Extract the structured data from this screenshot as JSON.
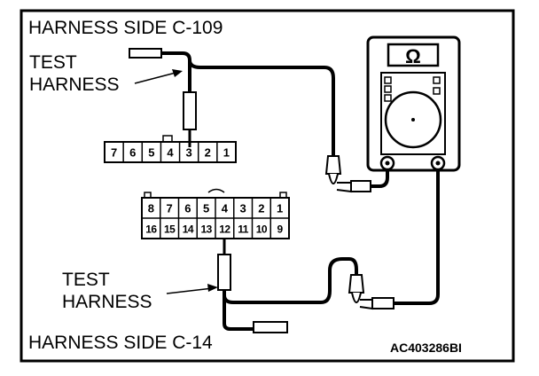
{
  "title_top": "HARNESS SIDE C-109",
  "title_bottom": "HARNESS SIDE C-14",
  "test_harness_top": [
    "TEST",
    "HARNESS"
  ],
  "test_harness_bottom": [
    "TEST",
    "HARNESS"
  ],
  "connector_c109_pins": [
    "7",
    "6",
    "5",
    "4",
    "3",
    "2",
    "1"
  ],
  "connector_c14_top_pins": [
    "8",
    "7",
    "6",
    "5",
    "4",
    "3",
    "2",
    "1"
  ],
  "connector_c14_bottom_pins": [
    "16",
    "15",
    "14",
    "13",
    "12",
    "11",
    "10",
    "9"
  ],
  "meter_symbol": "Ω",
  "figure_code": "AC403286BI"
}
